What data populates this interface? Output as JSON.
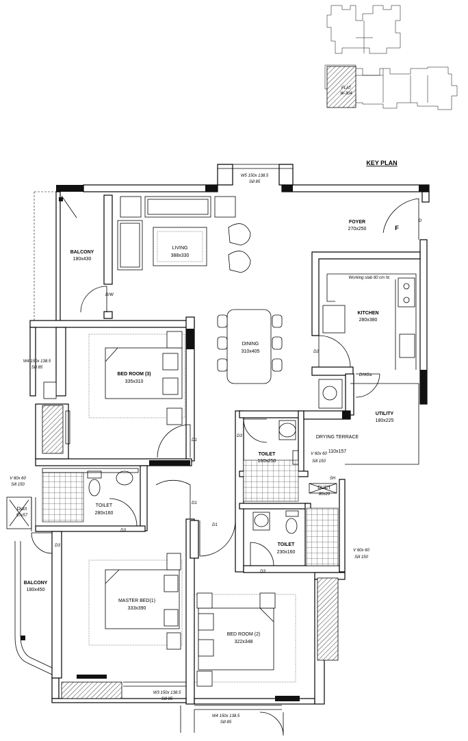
{
  "key_plan": {
    "title": "KEY PLAN",
    "flat_label": "FLAT",
    "flat_no": "W-304"
  },
  "rooms": {
    "foyer": {
      "name": "FOYER",
      "size": "270x250"
    },
    "living": {
      "name": "LIVING",
      "size": "388x330"
    },
    "balcony_top": {
      "name": "BALCONY",
      "size": "180x430"
    },
    "kitchen": {
      "name": "KITCHEN",
      "size": "280x380"
    },
    "dining": {
      "name": "DINING",
      "size": "310x405"
    },
    "bedroom3": {
      "name": "BED ROOM (3)",
      "size": "335x310"
    },
    "toilet_left": {
      "name": "TOILET",
      "size": "280x160"
    },
    "toilet_mid": {
      "name": "TOILET",
      "size": "160x250"
    },
    "toilet_right": {
      "name": "TOILET",
      "size": "230x160"
    },
    "drying_terrace": {
      "name": "DRYING TERRACE",
      "size": "110x157"
    },
    "utility": {
      "name": "UTILITY",
      "size": "180x225"
    },
    "duct_mid": {
      "name": "DUCT",
      "size": "80x20"
    },
    "duct_left": {
      "name": "Duct",
      "size": "57x57"
    },
    "master_bed": {
      "name": "MASTER BED(1)",
      "size": "333x390"
    },
    "bedroom2": {
      "name": "BED ROOM (2)",
      "size": "322x348"
    },
    "balcony_left": {
      "name": "BALCONY",
      "size": "180x450"
    }
  },
  "windows": {
    "w_top": {
      "size": "W5 150x 138.5",
      "sill": "Sill 85"
    },
    "w_left": {
      "size": "W4 150x 138.5",
      "sill": "Sill 85"
    },
    "w_bottom_left": {
      "size": "W3 150x 138.5",
      "sill": "Sill 85"
    },
    "w_bottom": {
      "size": "W4 150x 138.5",
      "sill": "Sill 85"
    },
    "v_left": {
      "size": "V 60x 60",
      "sill": "Sill 150"
    },
    "v_mid": {
      "size": "V 60x 60",
      "sill": "Sill 150"
    },
    "v_right": {
      "size": "V 60x 60",
      "sill": "Sill 150"
    },
    "working_slab": "Working slab 60 cm ht."
  },
  "doors": {
    "d_main": "D",
    "dw_balcony": "D/W",
    "d2": "D2",
    "dw2": "D/W2a",
    "d1_a": "D1",
    "d1_b": "D1",
    "d1_c": "D1",
    "d3_a": "D3",
    "d3_b": "D3",
    "d3_c": "D3",
    "d3_d": "D3"
  },
  "symbols": {
    "fridge": "F",
    "shaft": "SH"
  }
}
